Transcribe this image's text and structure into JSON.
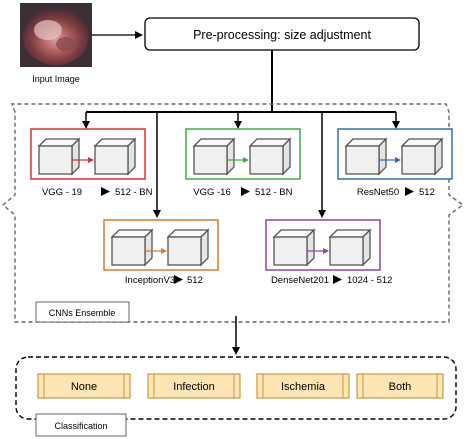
{
  "input": {
    "caption": "Input Image"
  },
  "preprocessing": {
    "label": "Pre-processing: size adjustment"
  },
  "ensemble": {
    "label": "CNNs Ensemble",
    "models": [
      {
        "name": "VGG - 19",
        "tail": "512 - BN",
        "color": "#e03030"
      },
      {
        "name": "VGG -16",
        "tail": "512 - BN",
        "color": "#3cb043"
      },
      {
        "name": "ResNet50",
        "tail": "512",
        "color": "#2f6fbf"
      },
      {
        "name": "InceptionV3",
        "tail": "512",
        "color": "#e07a2c"
      },
      {
        "name": "DenseNet201",
        "tail": "1024 - 512",
        "color": "#8e44ad"
      }
    ]
  },
  "classification": {
    "label": "Classification",
    "classes": [
      "None",
      "Infection",
      "Ischemia",
      "Both"
    ]
  },
  "colors": {
    "class_fill": "#fce4b4",
    "class_border": "#c89a3c",
    "cube_fill": "#f0f0f0"
  }
}
